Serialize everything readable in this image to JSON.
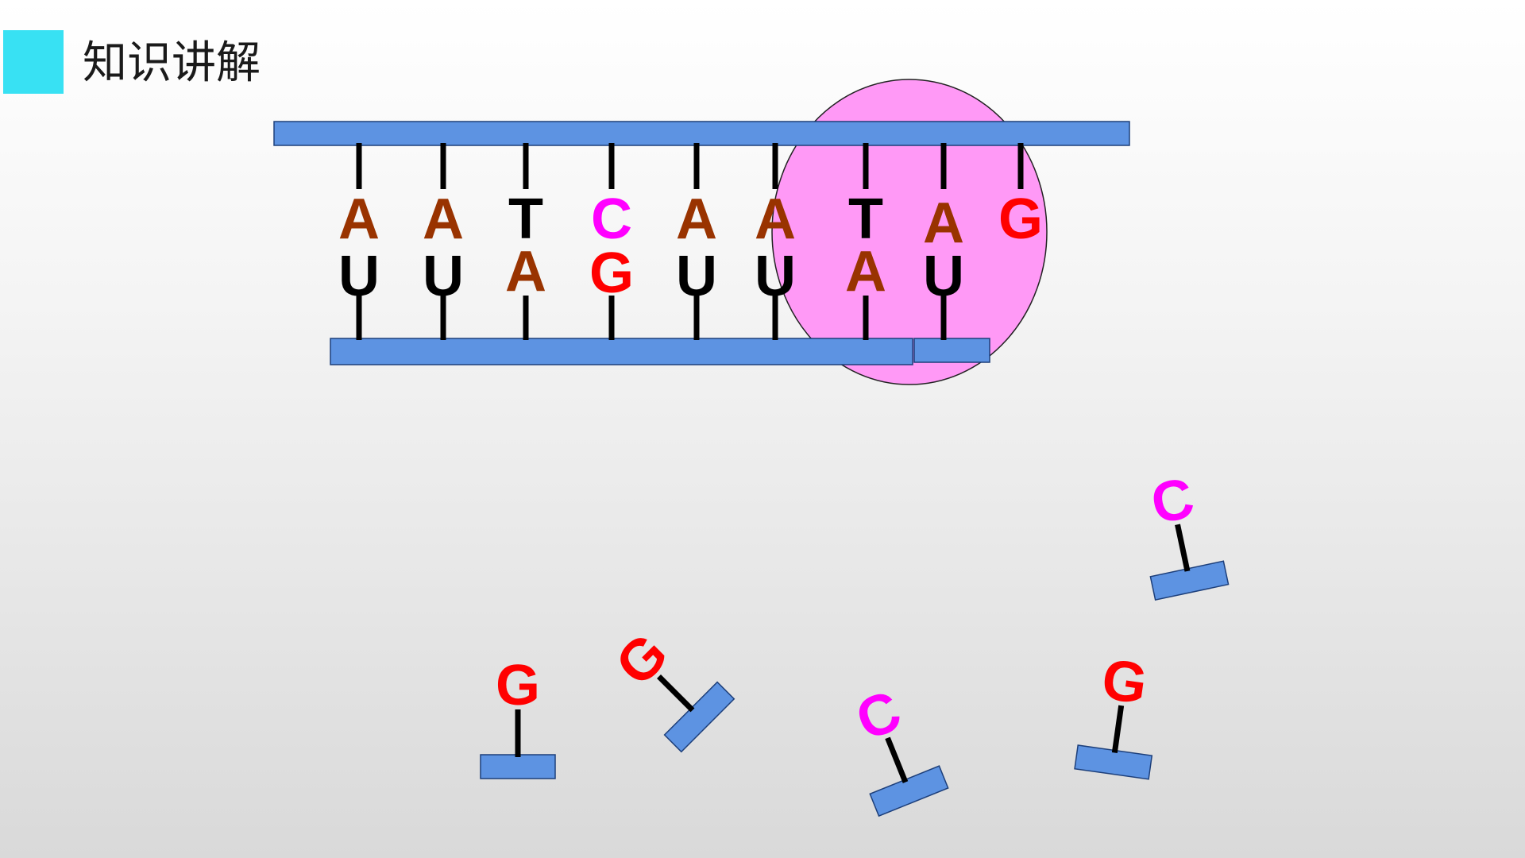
{
  "slide": {
    "title": "知识讲解",
    "accent": "#38e1f3"
  },
  "colors": {
    "strand": "#5d93e2",
    "bond": "#000000",
    "polymerase": "#ff99f6",
    "A": "#993300",
    "T": "#000000",
    "U": "#000000",
    "C": "#ff00ff",
    "G": "#ff0000"
  },
  "dna_template": [
    "A",
    "A",
    "T",
    "C",
    "A",
    "A",
    "T",
    "A",
    "G"
  ],
  "rna_product": [
    "U",
    "U",
    "A",
    "G",
    "U",
    "U",
    "A",
    "U"
  ],
  "free_nucleotides": [
    "G",
    "G",
    "C",
    "G",
    "C"
  ]
}
